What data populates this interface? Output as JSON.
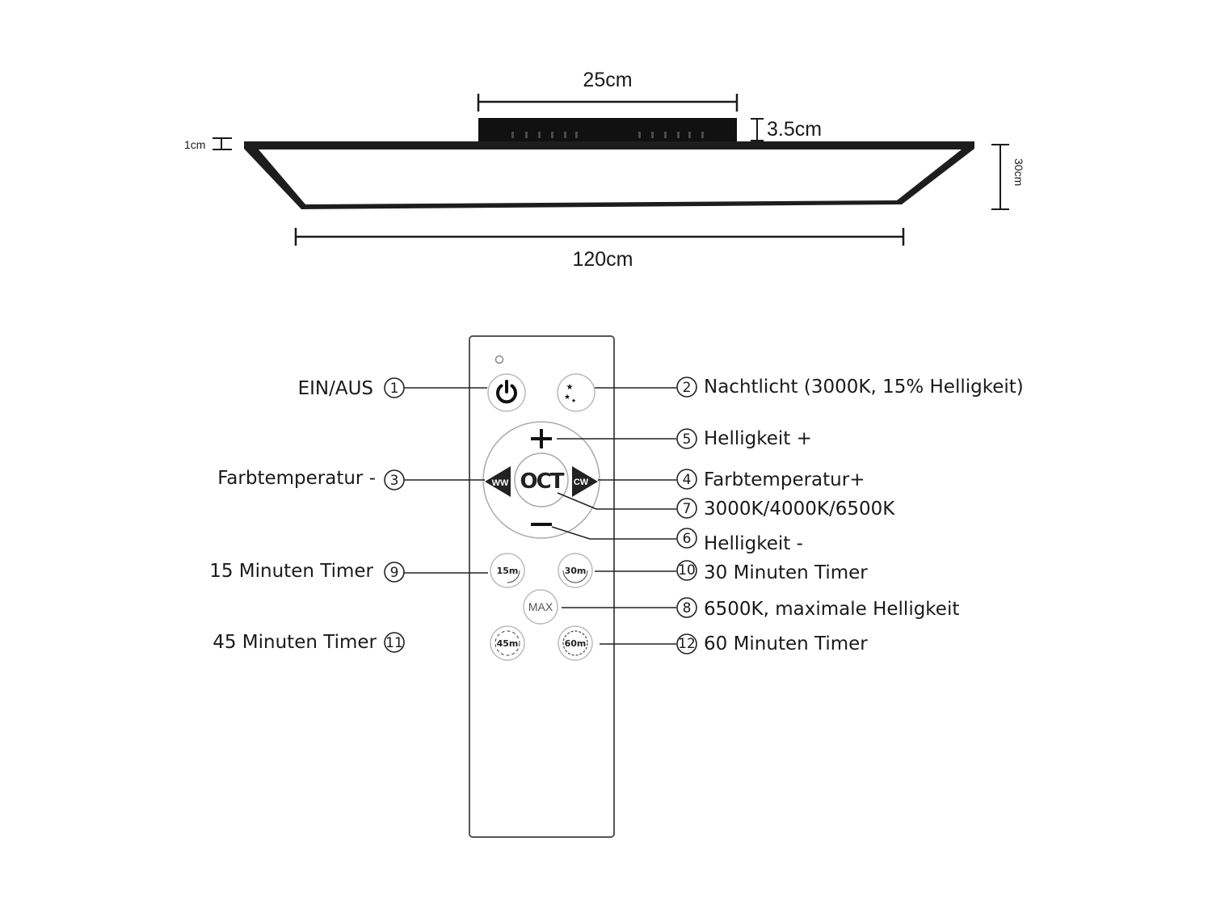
{
  "dimensions": {
    "top_width": "25cm",
    "box_height": "3.5cm",
    "frame_thickness": "1cm",
    "depth": "30cm",
    "length": "120cm"
  },
  "remote": {
    "buttons": {
      "cct": "OCT",
      "ww": "WW",
      "cw": "CW",
      "t15": "15m",
      "t30": "30m",
      "max": "MAX",
      "t45": "45m",
      "t60": "60m"
    }
  },
  "callouts": {
    "c1": {
      "num": "1",
      "text": "EIN/AUS"
    },
    "c2": {
      "num": "2",
      "text": "Nachtlicht (3000K, 15% Helligkeit)"
    },
    "c3": {
      "num": "3",
      "text": "Farbtemperatur -"
    },
    "c4": {
      "num": "4",
      "text": "Farbtemperatur+"
    },
    "c5": {
      "num": "5",
      "text": "Helligkeit +"
    },
    "c6": {
      "num": "6",
      "text": "Helligkeit -"
    },
    "c7": {
      "num": "7",
      "text": "3000K/4000K/6500K"
    },
    "c8": {
      "num": "8",
      "text": "6500K, maximale Helligkeit"
    },
    "c9": {
      "num": "9",
      "text": "15 Minuten Timer"
    },
    "c10": {
      "num": "10",
      "text": "30 Minuten Timer"
    },
    "c11": {
      "num": "11",
      "text": "45 Minuten Timer"
    },
    "c12": {
      "num": "12",
      "text": "60 Minuten Timer"
    }
  }
}
